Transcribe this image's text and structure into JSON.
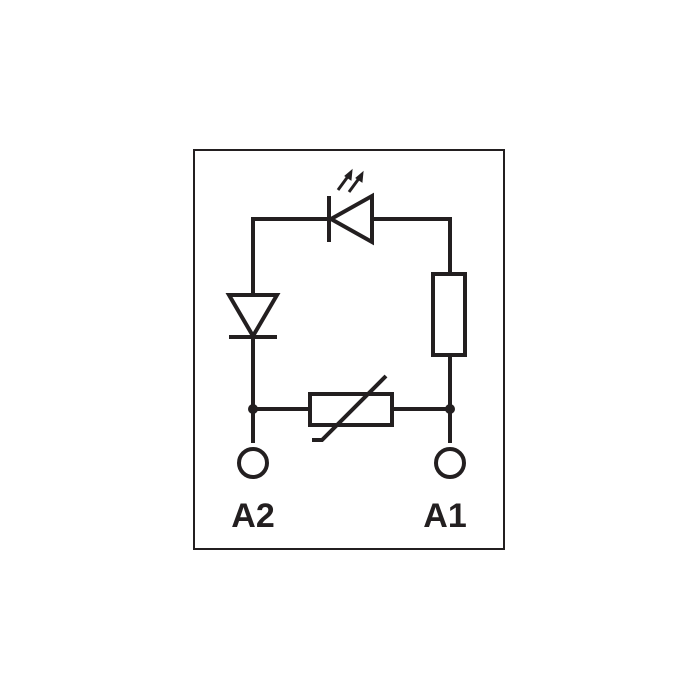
{
  "diagram": {
    "type": "circuit-schematic",
    "stroke_color": "#231f20",
    "background_color": "#ffffff",
    "terminals": [
      {
        "id": "a2",
        "label": "A2"
      },
      {
        "id": "a1",
        "label": "A1"
      }
    ],
    "components": [
      {
        "id": "led",
        "kind": "light-emitting-diode"
      },
      {
        "id": "diode",
        "kind": "diode"
      },
      {
        "id": "resistor",
        "kind": "resistor"
      },
      {
        "id": "varistor",
        "kind": "varistor"
      }
    ]
  }
}
